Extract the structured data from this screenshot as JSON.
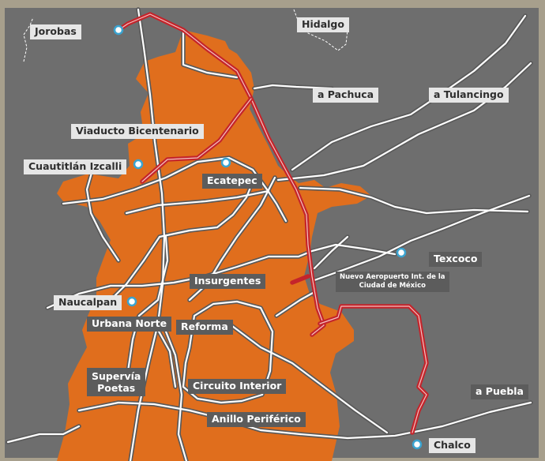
{
  "map": {
    "colors": {
      "background": "#6e6e6e",
      "urban_area": "#e06e1d",
      "roads": "#ffffff",
      "train_route": "#c4242b",
      "label_light": "#e6e6e6",
      "label_dark": "#5c5c5c"
    },
    "places": {
      "jorobas": "Jorobas",
      "hidalgo": "Hidalgo",
      "a_pachuca": "a Pachuca",
      "a_tulancingo": "a Tulancingo",
      "viaducto": "Viaducto Bicentenario",
      "cuautitlan": "Cuautitlán Izcalli",
      "ecatepec": "Ecatepec",
      "texcoco": "Texcoco",
      "aeropuerto_1": "Nuevo Aeropuerto Int. de la",
      "aeropuerto_2": "Ciudad de México",
      "insurgentes": "Insurgentes",
      "naucalpan": "Naucalpan",
      "urbana_norte": "Urbana Norte",
      "reforma": "Reforma",
      "supervia_1": "Supervía",
      "supervia_2": "Poetas",
      "circuito_interior": "Circuito Interior",
      "a_puebla": "a Puebla",
      "anillo_periferico": "Anillo Periférico",
      "chalco": "Chalco"
    }
  }
}
